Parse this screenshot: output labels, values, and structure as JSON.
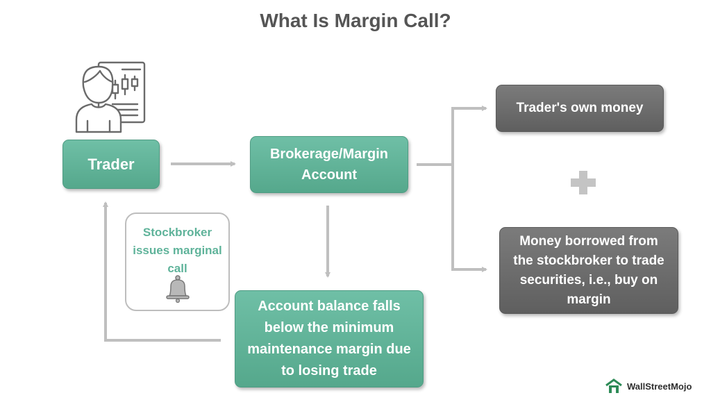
{
  "title": "What Is Margin Call?",
  "nodes": {
    "trader": "Trader",
    "brokerage": "Brokerage/Margin Account",
    "own_money": "Trader's own money",
    "borrowed": "Money borrowed from the stockbroker to trade securities, i.e., buy on margin",
    "balance_falls": "Account balance falls below the minimum maintenance margin due to losing trade",
    "notice": "Stockbroker issues marginal call"
  },
  "symbols": {
    "plus": "plus-icon",
    "bell": "bell-icon",
    "trader": "trader-chart-icon"
  },
  "colors": {
    "teal": "#5fb39a",
    "grey_box": "#6b6b6b",
    "arrow": "#bfbfbf",
    "title": "#555555"
  },
  "brand": {
    "name": "WallStreetMojo"
  }
}
